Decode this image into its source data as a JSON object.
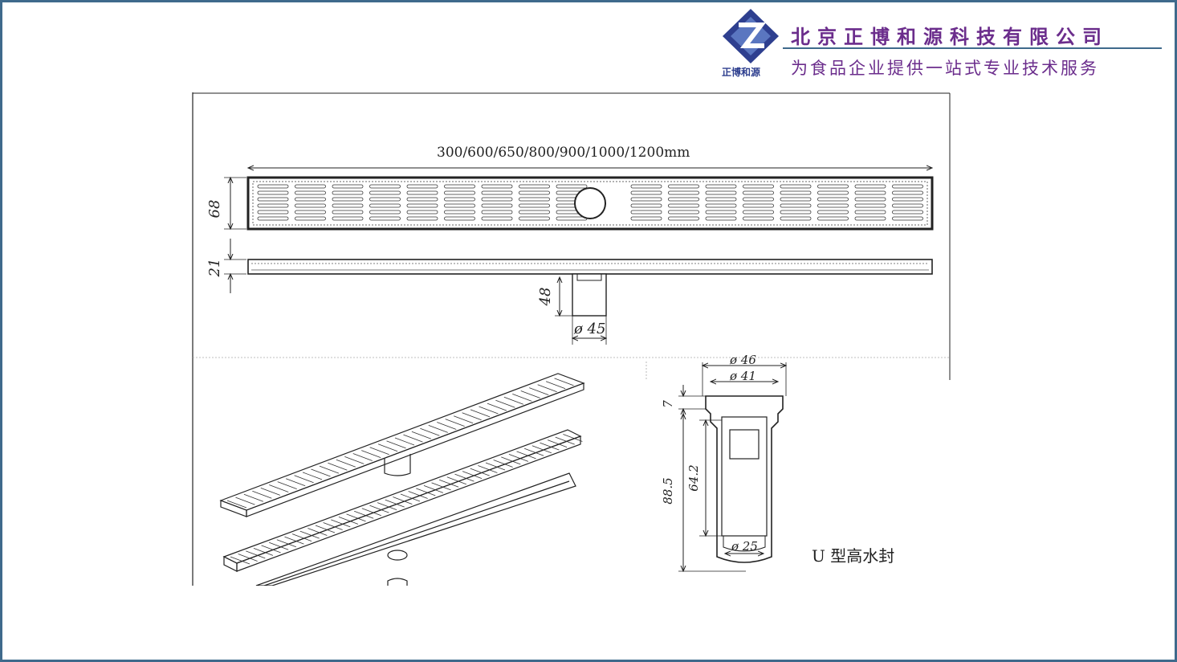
{
  "header": {
    "company_name": "北京正博和源科技有限公司",
    "tagline": "为食品企业提供一站式专业技术服务",
    "logo_caption": "正博和源"
  },
  "colors": {
    "frame": "#3f6a8c",
    "brand_purple": "#6b2d8c",
    "logo_blue": "#2e3f8f",
    "drawing_line": "#222222"
  },
  "drawing": {
    "top_view": {
      "length_label": "300/600/650/800/900/1000/1200mm",
      "width_label": "68",
      "height_label": "21",
      "outlet_height_label": "48",
      "outlet_diameter_label": "ø 45"
    },
    "trap_section": {
      "outer_diameter_label": "ø 46",
      "inner_diameter_label": "ø 41",
      "flange_label": "7",
      "total_height_label": "88.5",
      "inner_height_label": "64.2",
      "bottom_diameter_label": "ø 25",
      "title": "U 型高水封"
    }
  }
}
